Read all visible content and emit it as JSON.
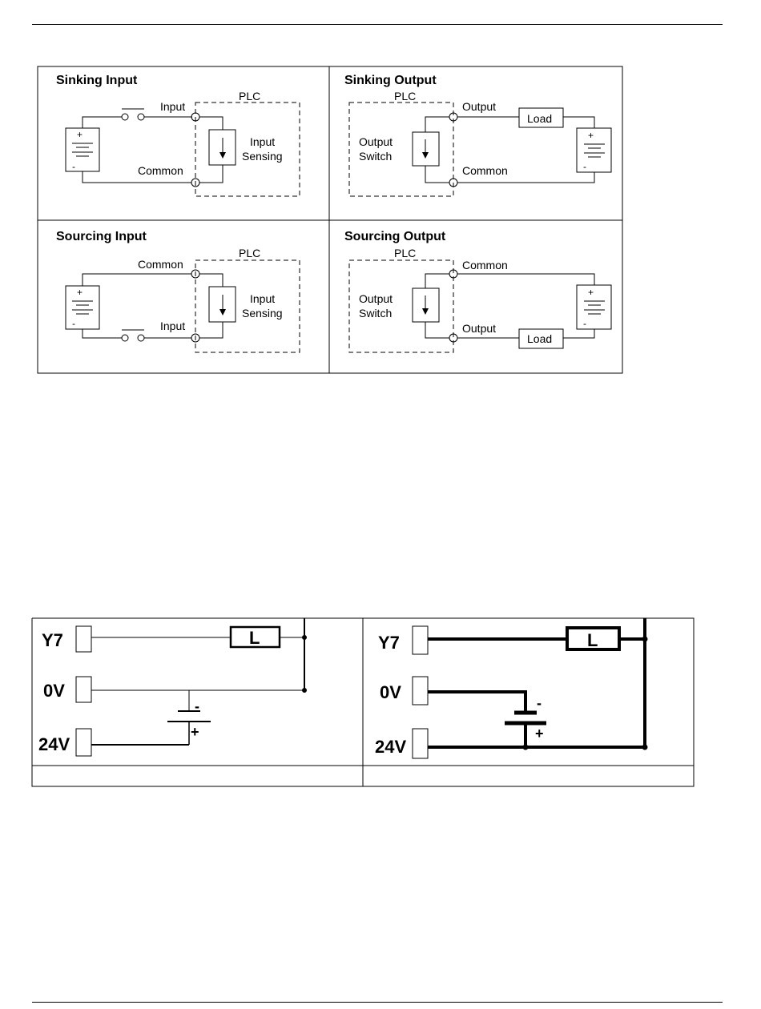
{
  "sink_source_diagram": {
    "panels": {
      "sinking_input": {
        "title": "Sinking Input",
        "plc": "PLC",
        "input": "Input",
        "common": "Common",
        "sensing_line1": "Input",
        "sensing_line2": "Sensing",
        "plus": "+",
        "minus": "-"
      },
      "sinking_output": {
        "title": "Sinking Output",
        "plc": "PLC",
        "output": "Output",
        "common": "Common",
        "switch_line1": "Output",
        "switch_line2": "Switch",
        "load": "Load",
        "plus": "+",
        "minus": "-"
      },
      "sourcing_input": {
        "title": "Sourcing Input",
        "plc": "PLC",
        "input": "Input",
        "common": "Common",
        "sensing_line1": "Input",
        "sensing_line2": "Sensing",
        "plus": "+",
        "minus": "-"
      },
      "sourcing_output": {
        "title": "Sourcing Output",
        "plc": "PLC",
        "output": "Output",
        "common": "Common",
        "switch_line1": "Output",
        "switch_line2": "Switch",
        "load": "Load",
        "plus": "+",
        "minus": "-"
      }
    }
  },
  "wiring_diagram": {
    "left": {
      "y7": "Y7",
      "zero_v": "0V",
      "v24": "24V",
      "load": "L",
      "minus": "-",
      "plus": "+"
    },
    "right": {
      "y7": "Y7",
      "zero_v": "0V",
      "v24": "24V",
      "load": "L",
      "minus": "-",
      "plus": "+"
    }
  }
}
